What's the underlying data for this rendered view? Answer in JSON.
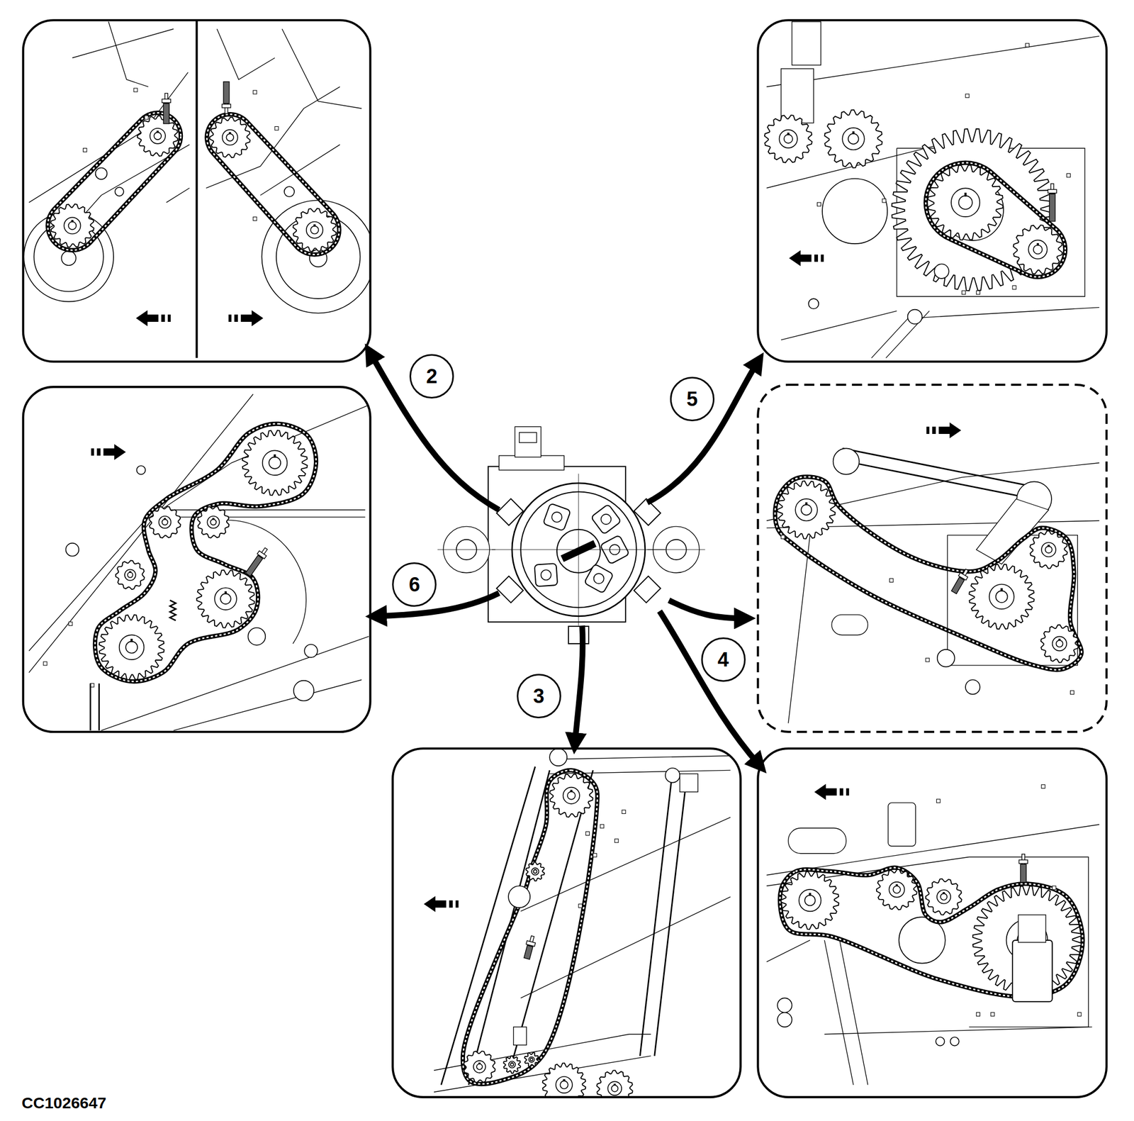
{
  "diagram": {
    "nodes": [
      {
        "text": [
          "2"
        ]
      },
      {
        "text": [
          "5"
        ]
      },
      {
        "text": [
          "6"
        ]
      },
      {
        "text": [
          "4"
        ]
      },
      {
        "text": [
          "3"
        ]
      }
    ],
    "labels": [
      "CC1026647"
    ]
  }
}
